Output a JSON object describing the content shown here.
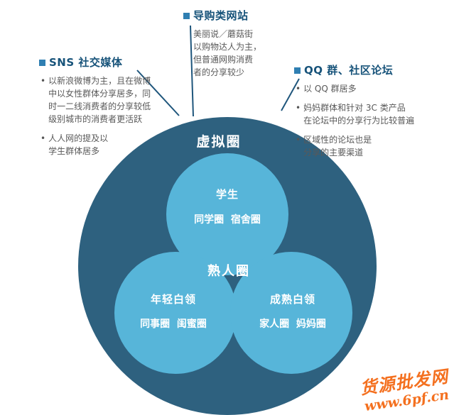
{
  "diagram": {
    "outer_label": "虚拟圈",
    "cluster_label": "熟人圈",
    "circles": {
      "top": {
        "title": "学生",
        "subtitle": "同学圈  宿舍圈"
      },
      "left": {
        "title": "年轻白领",
        "subtitle": "同事圈  闺蜜圈"
      },
      "right": {
        "title": "成熟白领",
        "subtitle": "家人圈  妈妈圈"
      }
    }
  },
  "callouts": {
    "top": {
      "title": "导购类网站",
      "body": "美丽说／蘑菇街\n以购物达人为主，\n但普通网购消费\n者的分享较少"
    },
    "left": {
      "title": "SNS 社交媒体",
      "bullets": [
        "以新浪微博为主，且在微博\n中以女性群体分享居多，同\n时一二线消费者的分享较低\n级别城市的消费者更活跃",
        "人人网的提及以\n学生群体居多"
      ]
    },
    "right": {
      "title": "QQ 群、社区论坛",
      "bullets": [
        "以 QQ 群居多",
        "妈妈群体和针对 3C 类产品\n在论坛中的分享行为比较普遍",
        "区域性的论坛也是\n分享的主要渠道"
      ]
    }
  },
  "watermark": {
    "name": "货源批发网",
    "url": "www.6pf.cn"
  },
  "colors": {
    "outer_circle": "#2e617f",
    "inner_circle": "#57b5d9",
    "heading": "#17537a",
    "connector": "#1f567c",
    "watermark": "#f4701f"
  }
}
